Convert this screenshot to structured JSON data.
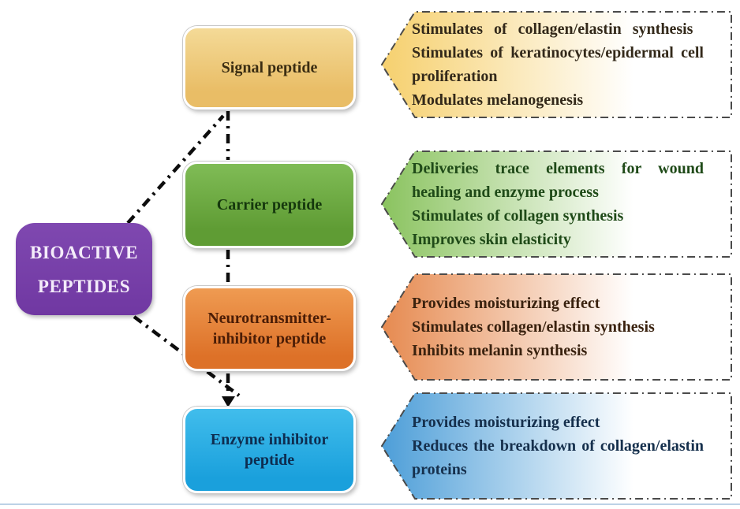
{
  "title": {
    "line1": "BIOACTIVE",
    "line2": "PEPTIDES"
  },
  "nodes": [
    {
      "label": "Signal peptide",
      "functions": [
        "Stimulates of collagen/elastin synthesis",
        "Stimulates of keratinocytes/epidermal cell proliferation",
        "Modulates melanogenesis"
      ],
      "colors": {
        "box_top": "#f4da97",
        "box_bottom": "#e9bd66",
        "banner_start": "#f6d06e",
        "banner_end": "#ffffff",
        "label_text": "#3b2d12",
        "banner_text": "#33291a"
      }
    },
    {
      "label": "Carrier peptide",
      "functions": [
        "Deliveries trace elements for wound healing and enzyme process",
        "Stimulates of collagen synthesis",
        "Improves skin elasticity"
      ],
      "colors": {
        "box_top": "#80bc56",
        "box_bottom": "#5f9c34",
        "banner_start": "#8ac35f",
        "banner_end": "#ffffff",
        "label_text": "#15380d",
        "banner_text": "#1f4a18"
      }
    },
    {
      "label": "Neurotransmitter-inhibitor peptide",
      "functions": [
        "Provides moisturizing effect",
        "Stimulates collagen/elastin synthesis",
        "Inhibits melanin synthesis"
      ],
      "colors": {
        "box_top": "#ef9b52",
        "box_bottom": "#dd7128",
        "banner_start": "#e68a50",
        "banner_end": "#ffffff",
        "label_text": "#4b1d06",
        "banner_text": "#3a220f"
      }
    },
    {
      "label": "Enzyme inhibitor peptide",
      "functions": [
        "Provides moisturizing effect",
        "Reduces the breakdown of collagen/elastin proteins"
      ],
      "colors": {
        "box_top": "#41bdec",
        "box_bottom": "#1aa0dc",
        "banner_start": "#4d9ed8",
        "banner_end": "#ffffff",
        "label_text": "#0e2d50",
        "banner_text": "#16304d"
      }
    }
  ],
  "accent": {
    "title_bg": "#7038a2",
    "title_text": "#f4ecfa",
    "connector": "#0d0d0d",
    "banner_border": "#4a4a4a",
    "bottom_rule": "#bcd2e6"
  }
}
